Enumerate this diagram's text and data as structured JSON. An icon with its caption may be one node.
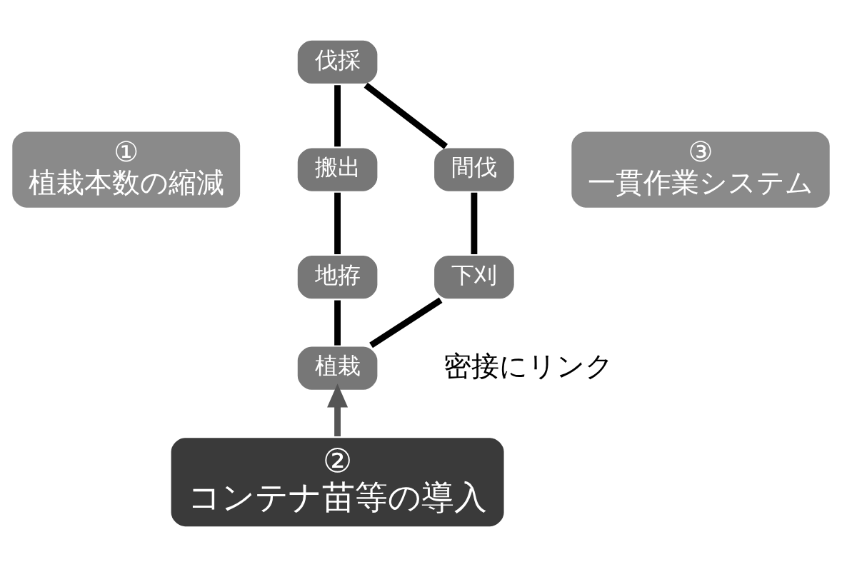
{
  "diagram": {
    "nodes": [
      {
        "text": [
          "①",
          "植栽本数の縮減"
        ]
      },
      {
        "text": [
          "伐採"
        ]
      },
      {
        "text": [
          "搬出"
        ]
      },
      {
        "text": [
          "地拵"
        ]
      },
      {
        "text": [
          "植栽"
        ]
      },
      {
        "text": [
          "下刈"
        ]
      },
      {
        "text": [
          "間伐"
        ]
      },
      {
        "text": [
          "②",
          "コンテナ苗等の導入"
        ]
      },
      {
        "text": [
          "③",
          "一貫作業システム"
        ]
      }
    ],
    "edges": [
      {
        "from": 1,
        "to": 2,
        "arrow": "none"
      },
      {
        "from": 2,
        "to": 3,
        "arrow": "none"
      },
      {
        "from": 3,
        "to": 4,
        "arrow": "none"
      },
      {
        "from": 4,
        "to": 5,
        "arrow": "none"
      },
      {
        "from": 5,
        "to": 6,
        "arrow": "none"
      },
      {
        "from": 6,
        "to": 1,
        "arrow": "none"
      },
      {
        "from": 7,
        "to": 4,
        "arrow": "to",
        "color": "#555555"
      }
    ],
    "labels": [
      "密接にリンク"
    ]
  }
}
